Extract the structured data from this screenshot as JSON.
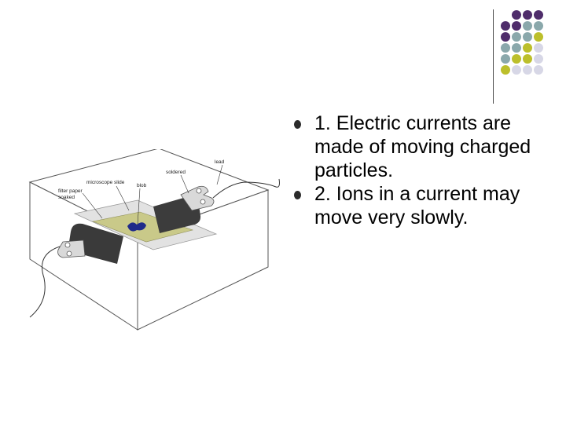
{
  "slide": {
    "bullets": [
      {
        "text": "1.   Electric currents are made of moving charged particles."
      },
      {
        "text": "2.   Ions in a current may move very slowly."
      }
    ]
  },
  "diagram": {
    "labels": {
      "lead": "lead",
      "soldered": "soldered",
      "microscope_slide": "microscope slide",
      "blob": "blob",
      "filter_paper": "filter paper",
      "soaked": "soaked"
    },
    "colors": {
      "filter_paper": "#c9c989",
      "slide_glass": "#dcdcdc",
      "blob": "#1f2a8a",
      "clips": "#3a3a3a"
    }
  },
  "decor": {
    "colors": {
      "purple": "#4f2d6b",
      "teal": "#8aa8ab",
      "olive": "#bcbf2b",
      "lavender": "#d7d7e6"
    }
  }
}
